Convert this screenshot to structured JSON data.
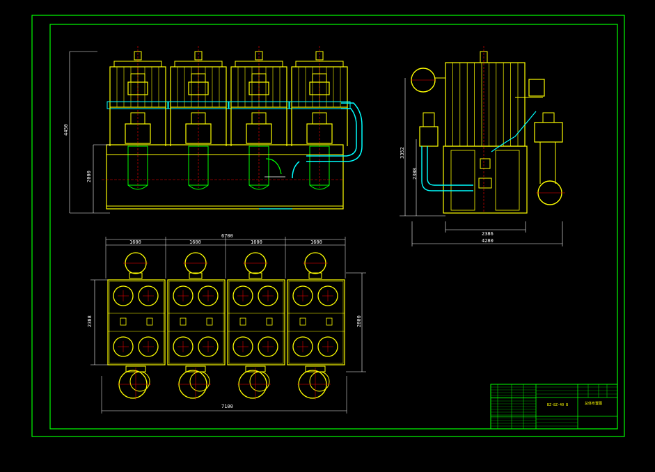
{
  "drawing": {
    "colors": {
      "frame": "#00ff00",
      "equipment": "#ffff00",
      "pipe": "#00ffff",
      "centerline": "#ff0000",
      "dimension": "#ffffff",
      "background": "#000000"
    },
    "front_view": {
      "dim_total_height": "4450",
      "dim_base_height": "2000",
      "unit_count": 4
    },
    "side_view": {
      "dim_total_height": "3352",
      "dim_base_height": "2308",
      "dim_inner_width": "2386",
      "dim_outer_width": "4280"
    },
    "plan_view": {
      "dim_overall_top": "6700",
      "unit_dims": [
        "1600",
        "1600",
        "1600",
        "1600"
      ],
      "dim_overall_bottom": "7100",
      "dim_left": "2388",
      "dim_right": "2800"
    },
    "title_block": {
      "drawing_number": "BZ-8Z-40 B",
      "title": "总体布置图"
    }
  }
}
